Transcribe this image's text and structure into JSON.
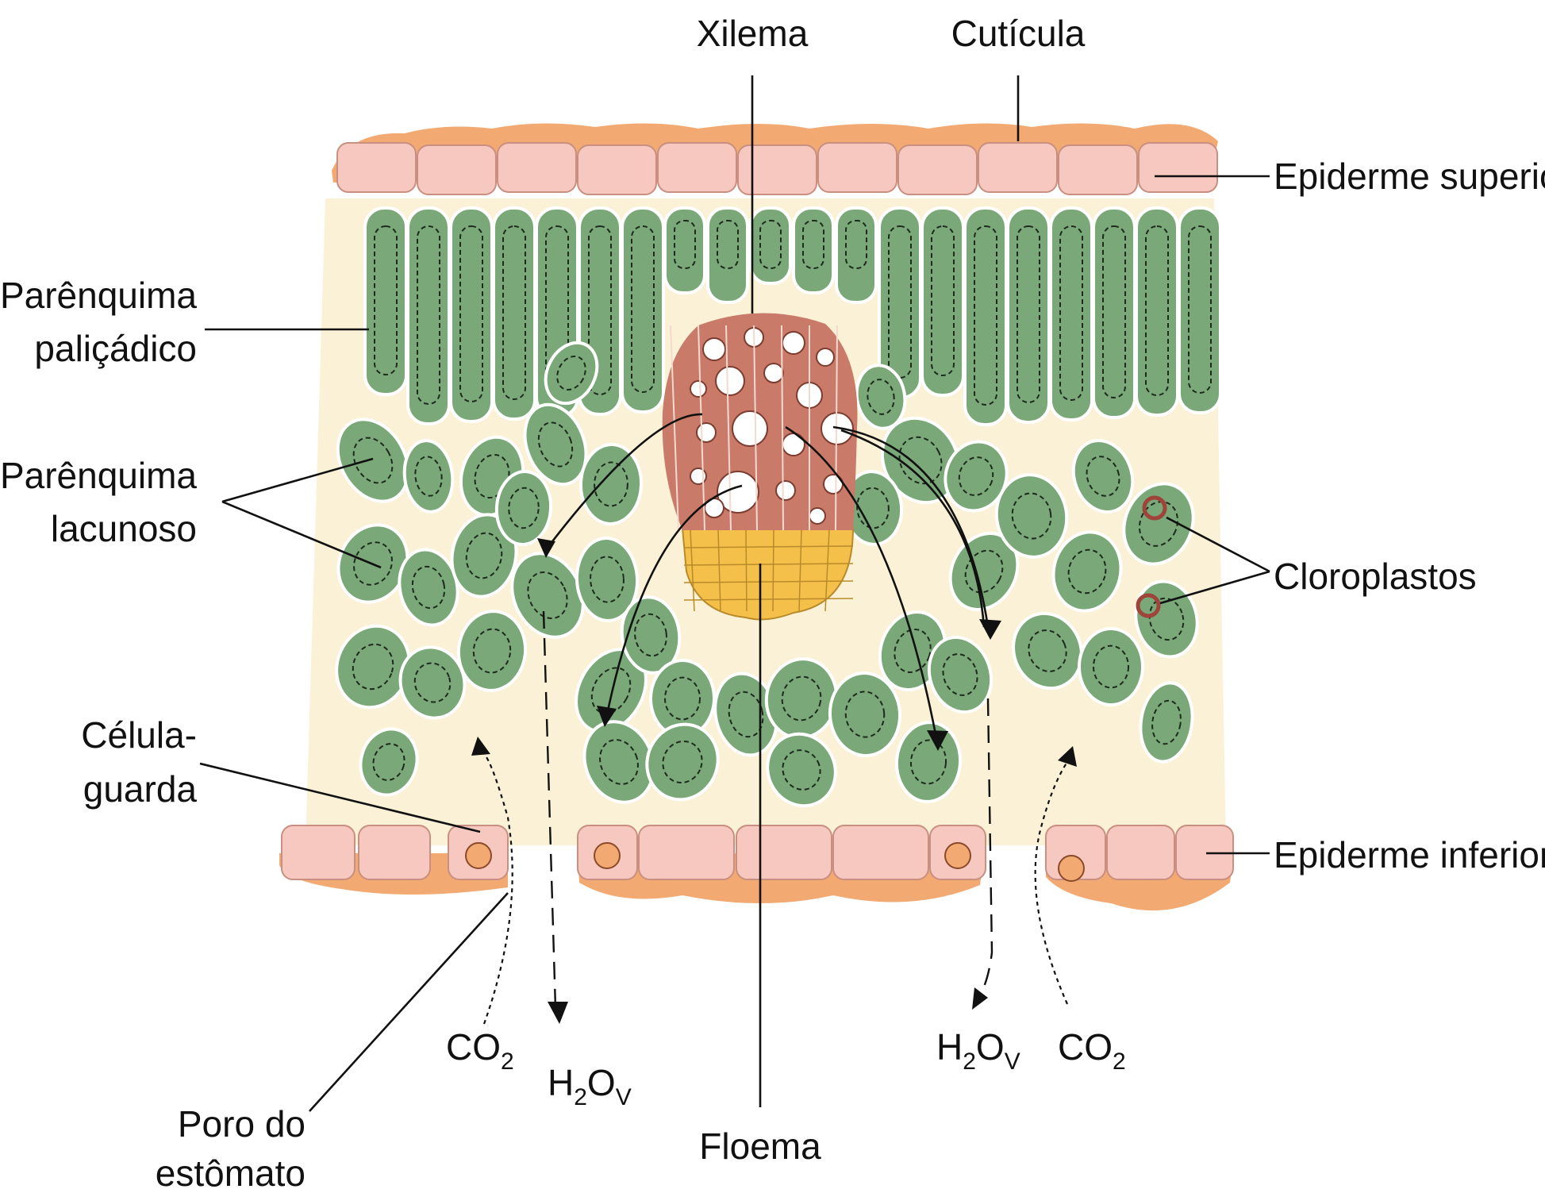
{
  "labels": {
    "xilema": "Xilema",
    "cuticula": "Cutícula",
    "epiderme_superior": "Epiderme superior",
    "parenquima_palicadico_1": "Parênquima",
    "parenquima_palicadico_2": "paliçádico",
    "parenquima_lacunoso_1": "Parênquima",
    "parenquima_lacunoso_2": "lacunoso",
    "cloroplastos": "Cloroplastos",
    "celula_guarda_1": "Célula-",
    "celula_guarda_2": "guarda",
    "epiderme_inferior": "Epiderme inferior",
    "poro_estomato_1": "Poro do",
    "poro_estomato_2": "estômato",
    "floema": "Floema",
    "co2_left": {
      "main": "CO",
      "sub": "2"
    },
    "h2ov_left": {
      "h": "H",
      "two": "2",
      "o": "O",
      "v": "V"
    },
    "h2ov_right": {
      "h": "H",
      "two": "2",
      "o": "O",
      "v": "V"
    },
    "co2_right": {
      "main": "CO",
      "sub": "2"
    }
  },
  "colors": {
    "cuticle": "#f2aa72",
    "epidermis": "#f6c8bf",
    "mesophyll_bg": "#fbf1d6",
    "cell_green": "#7aa878",
    "xylem": "#c97a68",
    "phloem": "#f5c04a",
    "chloroplast_ring": "#a0433a"
  }
}
